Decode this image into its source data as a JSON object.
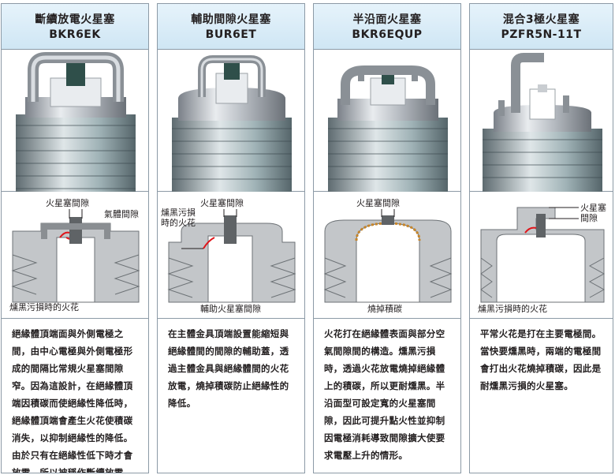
{
  "columns": [
    {
      "title": "斷續放電火星塞",
      "model": "BKR6EK",
      "labels": {
        "gap": "火星塞間隙",
        "air_gap": "氣體間隙",
        "fouled_spark": "燻黑污損時的火花"
      },
      "description": "絕緣體頂端面與外側電極之間，由中心電極與外側電極形成的間隔比常規火星塞間隙窄。因為這設計，在絕緣體頂端因積碳而使絕緣性降低時，絕緣體頂端會產生火花使積碳消失，以抑制絕緣性的降低。由於只有在絕緣性低下時才會放電，所以被稱作斷續放電。"
    },
    {
      "title": "輔助間隙火星塞",
      "model": "BUR6ET",
      "labels": {
        "gap": "火星塞間隙",
        "fouled_spark": "燻黑污損時的火花",
        "aux_gap": "輔助火星塞間隙"
      },
      "description": "在主體金具頂端設置能縮短與絕緣體間的間隙的輔助蓋，透過主體金具與絕緣體間的火花放電，燒掉積碳防止絕緣性的降低。"
    },
    {
      "title": "半沿面火星塞",
      "model": "BKR6EQUP",
      "labels": {
        "gap": "火星塞間隙",
        "burn_carbon": "燒掉積碳"
      },
      "description": "火花打在絕緣體表面與部分空氣間隙間的構造。燻黑污損時，透過火花放電燒掉絕緣體上的積碳，所以更耐燻黑。半沿面型可設定寬的火星塞間隙，因此可提升點火性並抑制因電極消耗導致間隙擴大使要求電壓上升的情形。"
    },
    {
      "title": "混合3極火星塞",
      "model": "PZFR5N-11T",
      "labels": {
        "gap": "火星塞間隙",
        "fouled_spark": "燻黑污損時的火花"
      },
      "description": "平常火花是打在主要電極間。當快要燻黑時，兩端的電極間會打出火花燒掉積碳，因此是耐燻黑污損的火星塞。"
    }
  ]
}
